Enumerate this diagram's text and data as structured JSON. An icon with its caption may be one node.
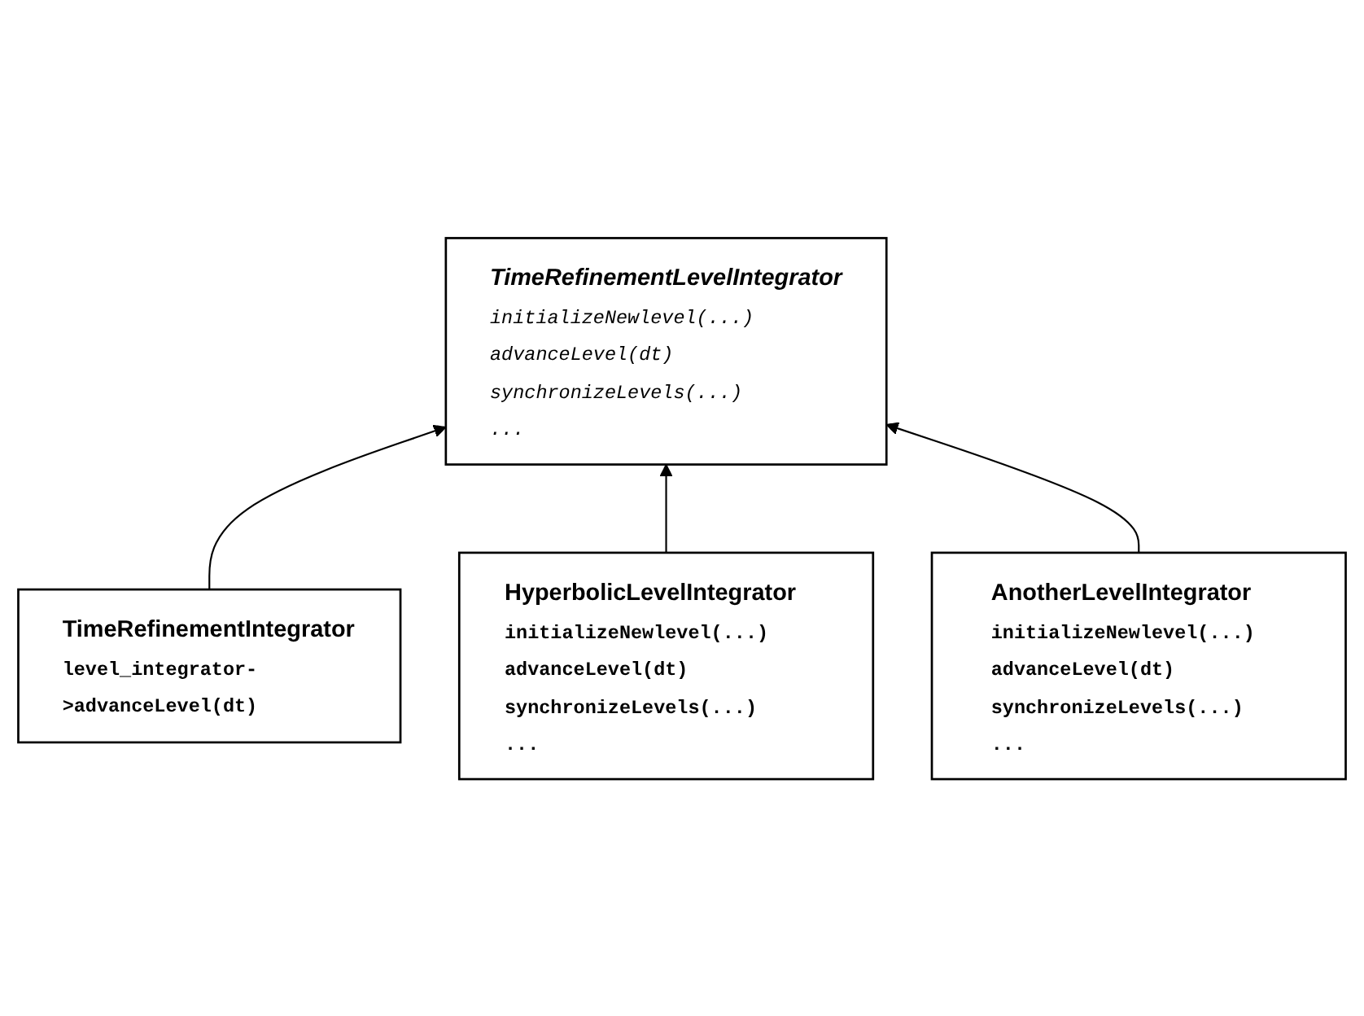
{
  "diagram": {
    "nodes": [
      {
        "text": [
          "TimeRefinementIntegrator",
          "level_integrator->advanceLevel(dt)"
        ]
      },
      {
        "text": [
          "TimeRefinementLevelIntegrator",
          "initializeNewlevel(...)",
          "advanceLevel(dt)",
          "synchronizeLevels(...)",
          "..."
        ]
      },
      {
        "text": [
          "HyperbolicLevelIntegrator",
          "initializeNewlevel(...)",
          "advanceLevel(dt)",
          "synchronizeLevels(...)",
          "..."
        ]
      },
      {
        "text": [
          "AnotherLevelIntegrator",
          "initializeNewlevel(...)",
          "advanceLevel(dt)",
          "synchronizeLevels(...)",
          "..."
        ]
      }
    ],
    "edges": [
      {
        "from": 0,
        "to": 1,
        "arrow": "to"
      },
      {
        "from": 2,
        "to": 1,
        "arrow": "to"
      },
      {
        "from": 3,
        "to": 1,
        "arrow": "to"
      }
    ]
  }
}
